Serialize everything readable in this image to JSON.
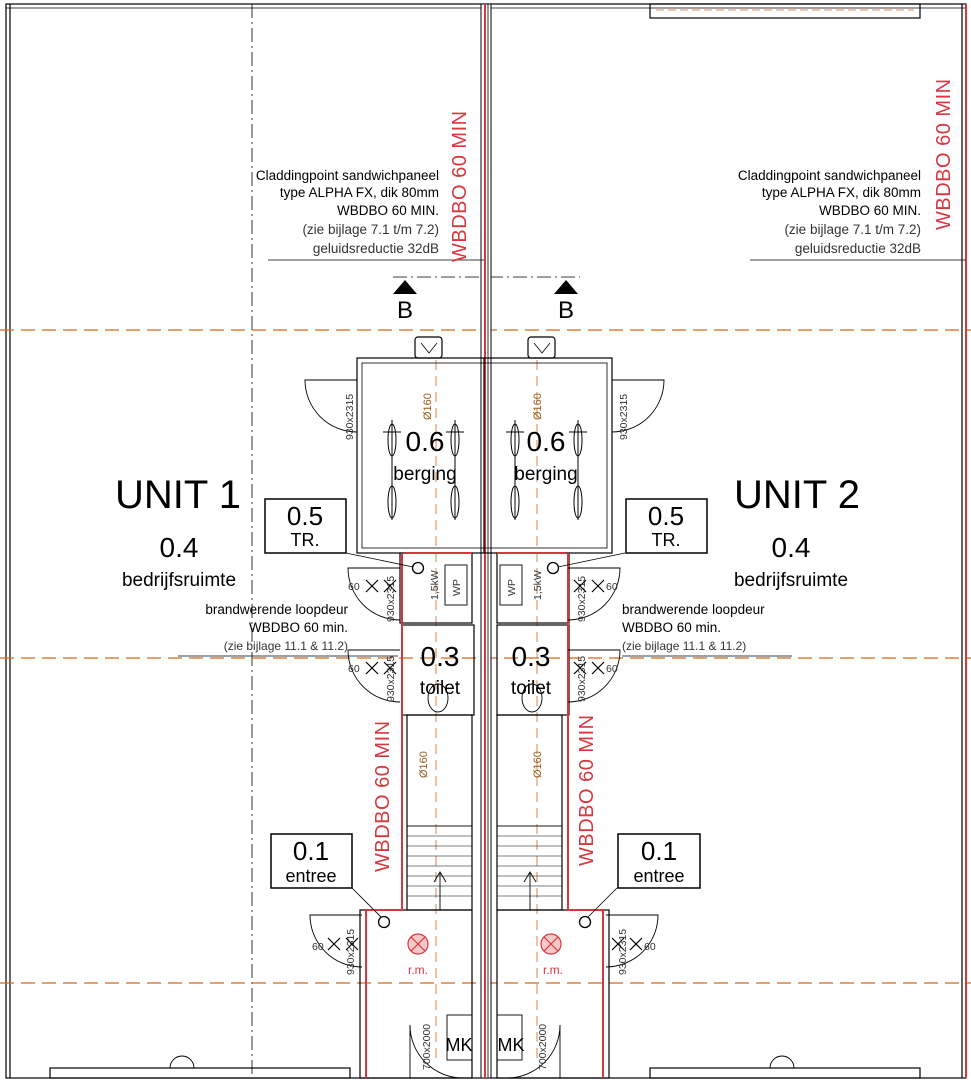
{
  "units": [
    {
      "title": "UNIT 1",
      "bedrijfsruimte": {
        "num": "0.4",
        "name": "bedrijfsruimte"
      },
      "berging": {
        "num": "0.6",
        "name": "berging"
      },
      "trap": {
        "num": "0.5",
        "name": "TR."
      },
      "toilet": {
        "num": "0.3",
        "name": "toilet"
      },
      "entree": {
        "num": "0.1",
        "name": "entree"
      },
      "cladding": [
        "Claddingpoint sandwichpaneel",
        "type ALPHA FX, dik 80mm",
        "WBDBO 60 MIN.",
        "(zie bijlage 7.1 t/m 7.2)",
        "geluidsreductie 32dB"
      ],
      "door": [
        "brandwerende loopdeur",
        "WBDBO 60 min.",
        "(zie bijlage 11.1 & 11.2)"
      ]
    },
    {
      "title": "UNIT 2",
      "bedrijfsruimte": {
        "num": "0.4",
        "name": "bedrijfsruimte"
      },
      "berging": {
        "num": "0.6",
        "name": "berging"
      },
      "trap": {
        "num": "0.5",
        "name": "TR."
      },
      "toilet": {
        "num": "0.3",
        "name": "toilet"
      },
      "entree": {
        "num": "0.1",
        "name": "entree"
      },
      "cladding": [
        "Claddingpoint sandwichpaneel",
        "type ALPHA FX, dik 80mm",
        "WBDBO 60 MIN.",
        "(zie bijlage 7.1 t/m 7.2)",
        "geluidsreductie 32dB"
      ],
      "door": [
        "brandwerende loopdeur",
        "WBDBO 60 min.",
        "(zie bijlage 11.1 & 11.2)"
      ]
    }
  ],
  "fire_rating": "WBDBO 60 MIN",
  "section_marker": "B",
  "door_dim": "930x2315",
  "door_dim_front": "700x2000",
  "pipe": "Ø160",
  "wp": "WP",
  "mk": "MK",
  "rm": "r.m.",
  "sixty": "60",
  "kw": "1,5kW",
  "colors": {
    "fire": "#d9363e",
    "axis": "#d2691e",
    "line": "#000000"
  }
}
